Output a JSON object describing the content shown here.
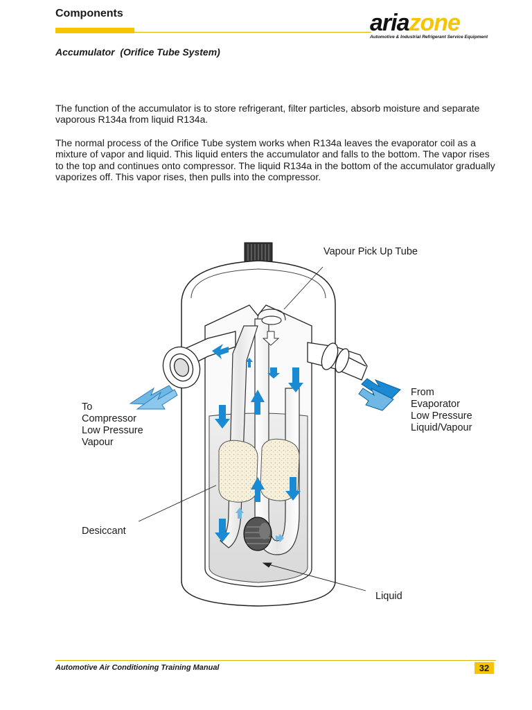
{
  "header": {
    "section_title": "Components",
    "logo_aria": "aria",
    "logo_zone": "zone",
    "logo_tagline": "Automotive & Industrial Refrigerant Service Equipment",
    "brand_yellow": "#f6c500"
  },
  "subtitle": "Accumulator  (Orifice Tube System)",
  "paragraphs": [
    "The function of the accumulator is to store refrigerant, filter particles, absorb moisture and separate vaporous R134a from liquid R134a.",
    "The normal process of the Orifice Tube system works when R134a leaves the evaporator coil as a mixture of vapor and liquid. This liquid enters the accumulator and falls to the bottom. The vapor rises to the top and continues onto compressor. The liquid R134a in the bottom of the accumulator gradually vaporizes off. This vapor rises, then pulls into the compressor."
  ],
  "diagram": {
    "labels": {
      "vapour_pickup": "Vapour Pick Up Tube",
      "from_evaporator": [
        "From",
        "Evaporator",
        "Low Pressure",
        "Liquid/Vapour"
      ],
      "to_compressor": [
        "To",
        "Compressor",
        "Low Pressure",
        "Vapour"
      ],
      "desiccant": "Desiccant",
      "liquid": "Liquid"
    },
    "arrow_color": "#1a8ad4",
    "light_arrow_color": "#6fb8e6"
  },
  "footer": {
    "title": "Automotive Air Conditioning Training Manual",
    "page_number": "32"
  }
}
